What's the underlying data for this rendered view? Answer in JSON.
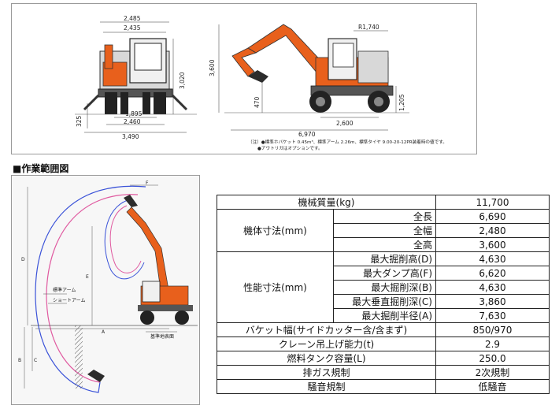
{
  "top_drawing": {
    "front_view": {
      "width_top_outer": "2,485",
      "width_top_inner": "2,435",
      "height_cab": "3,020",
      "height_small": "325",
      "width_bottom_1": "1,895",
      "width_bottom_2": "2,460",
      "width_bottom_3": "3,490"
    },
    "side_view": {
      "radius": "R1,740",
      "height_total": "3,600",
      "height_low": "470",
      "height_rear": "1,205",
      "wheelbase": "2,600",
      "length_total": "6,970"
    },
    "notes": {
      "note_1": "（注）●標準ホバケット 0.45m³、標準アーム 2.26m、標準タイヤ 9.00-20-12PR装着時の値です。",
      "note_2": "●アウトリガはオプションです。"
    }
  },
  "section_title": "■作業範囲図",
  "work_range": {
    "label_standard_arm": "標準アーム",
    "label_short_arm": "ショートアーム",
    "label_ground": "基準地表面",
    "letter_f": "F",
    "letter_d": "D",
    "letter_e": "E",
    "letter_a": "A",
    "letter_b": "B",
    "letter_c": "C"
  },
  "colors": {
    "excavator_orange": "#e8601c",
    "machine_dark": "#2c2c2c",
    "range_blue": "#3a52d8",
    "range_pink": "#e05aa0",
    "line_gray": "#555555"
  },
  "spec_table": {
    "machine_mass_label": "機械質量(kg)",
    "machine_mass_value": "11,700",
    "body_dims_label": "機体寸法(mm)",
    "body_dims": [
      {
        "label": "全長",
        "value": "6,690"
      },
      {
        "label": "全幅",
        "value": "2,480"
      },
      {
        "label": "全高",
        "value": "3,600"
      }
    ],
    "performance_label": "性能寸法(mm)",
    "performance": [
      {
        "label": "最大掘削高(D)",
        "value": "4,630"
      },
      {
        "label": "最大ダンプ高(F)",
        "value": "6,620"
      },
      {
        "label": "最大掘削深(B)",
        "value": "4,630"
      },
      {
        "label": "最大垂直掘削深(C)",
        "value": "3,860"
      },
      {
        "label": "最大掘削半径(A)",
        "value": "7,630"
      }
    ],
    "rows": [
      {
        "label": "バケット幅(サイドカッター含/含まず)",
        "value": "850/970"
      },
      {
        "label": "クレーン吊上げ能力(t)",
        "value": "2.9"
      },
      {
        "label": "燃料タンク容量(L)",
        "value": "250.0"
      },
      {
        "label": "排ガス規制",
        "value": "2次規制"
      },
      {
        "label": "騒音規制",
        "value": "低騒音"
      }
    ]
  }
}
